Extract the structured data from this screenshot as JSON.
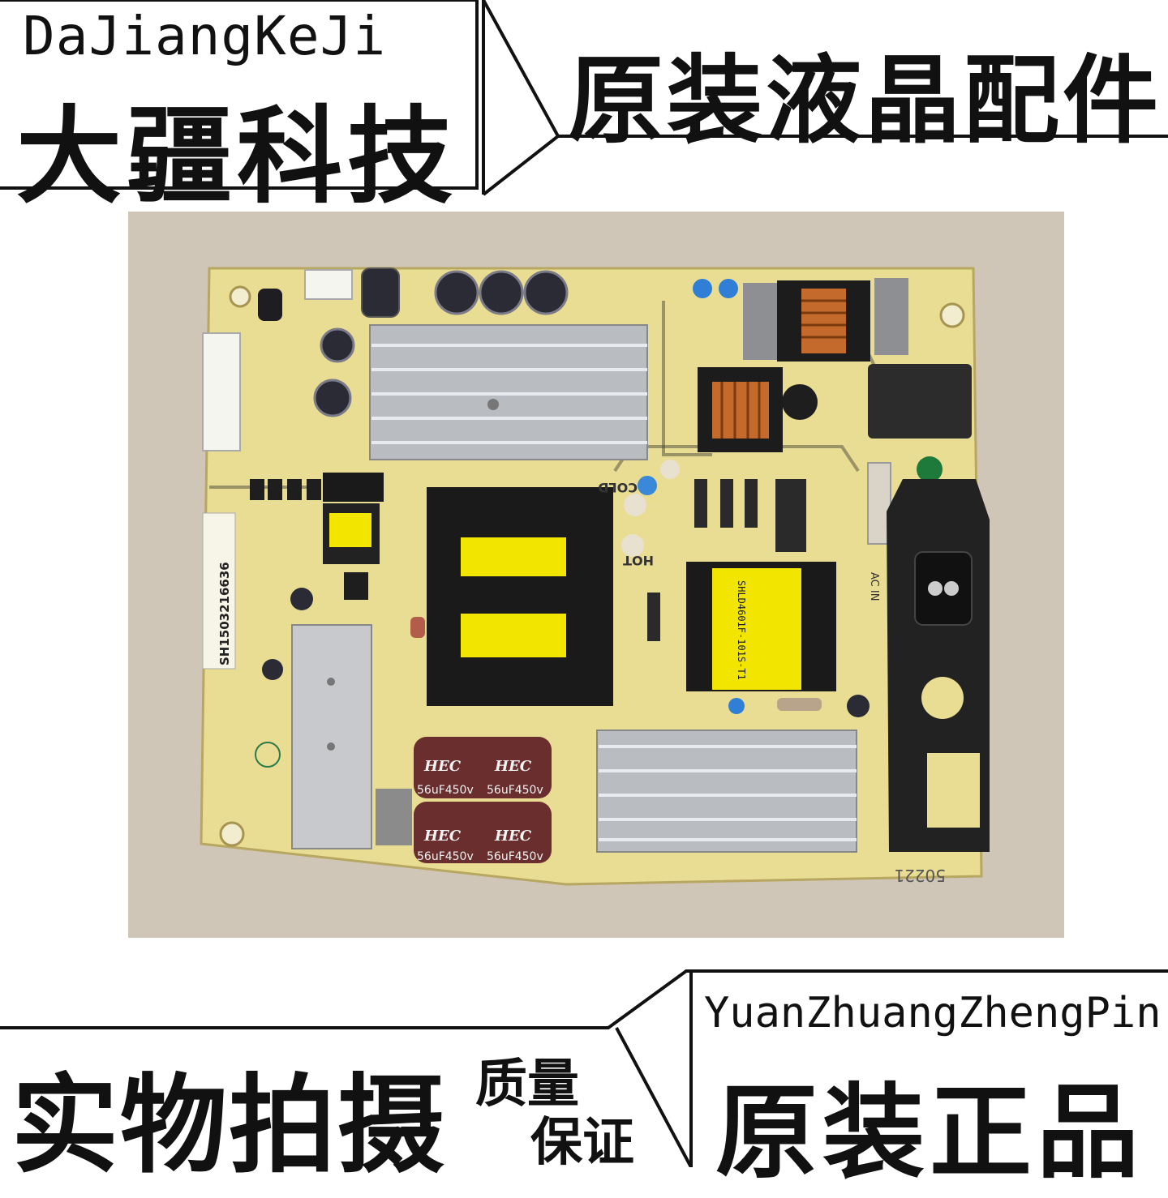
{
  "header": {
    "brand_latin": "DaJiangKeJi",
    "brand_cjk": "大疆科技",
    "banner_cjk": "原装液晶配件"
  },
  "footer": {
    "photo_cjk": "实物拍摄",
    "quality_line1": "质量",
    "quality_line2": "保证",
    "pinyin_latin": "YuanZhuangZhengPin",
    "genuine_cjk": "原装正品"
  },
  "board": {
    "cap_labels": [
      "HEC",
      "HEC",
      "HEC",
      "HEC"
    ],
    "cap_ratings": [
      "56uF450v",
      "56uF450v",
      "56uF450v",
      "56uF450v"
    ],
    "part_number": "SH1503216636",
    "cold_label": "COLD",
    "hot_label": "HOT",
    "transformer_label": "SHLD4601F-101S-T1",
    "ac_label": "AC IN",
    "bottom_code": "50221"
  },
  "colors": {
    "pcb": "#e9dc93",
    "background": "#cfc6b8",
    "heatsink": "#b9bcc0",
    "cap_body": "#6a2e2e",
    "transformer_yellow": "#f2e600"
  }
}
